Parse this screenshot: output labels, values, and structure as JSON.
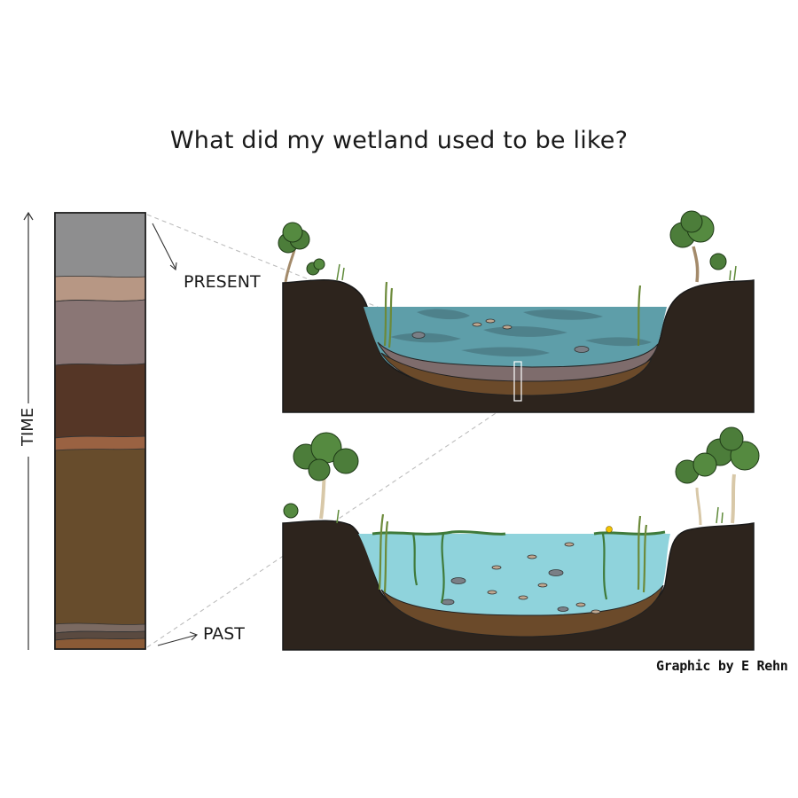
{
  "title": "What did my wetland used to be like?",
  "labels": {
    "time": "TIME",
    "present": "PRESENT",
    "past": "PAST"
  },
  "credit": "Graphic by E Rehn",
  "colors": {
    "soil_dark": "#2d241d",
    "water_present": "#5e9ea9",
    "water_past": "#8fd3dc",
    "sediment_brown": "#6b4a2a",
    "sediment_mauve": "#7e6c6c",
    "core_gray": "#8e8e8f",
    "core_tan": "#b79784",
    "core_mauve": "#8a7675",
    "core_dark_brown": "#553626",
    "core_orange": "#9a6242",
    "core_olive": "#674c2c",
    "tree_green": "#4c7d3a"
  }
}
